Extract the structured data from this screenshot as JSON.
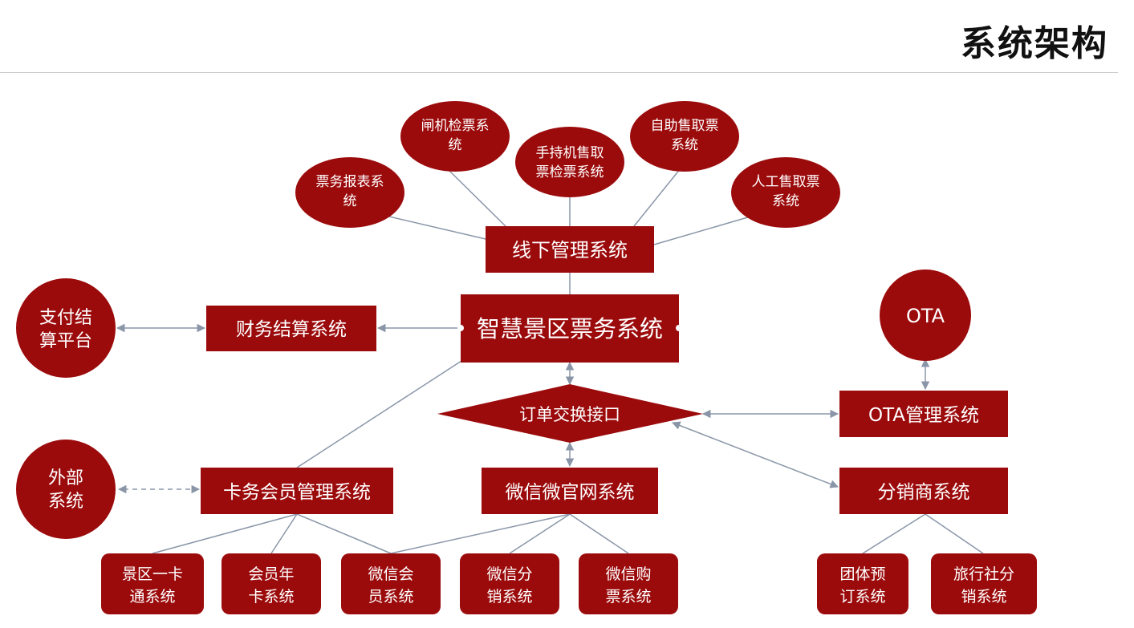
{
  "title": "系统架构",
  "colors": {
    "node": "#9c0b0c",
    "line": "#8a96a8",
    "text": "#ffffff"
  },
  "nodes": {
    "core": "智慧景区票务系统",
    "offline": "线下管理系统",
    "finance": "财务结算系统",
    "payment": [
      "支付结",
      "算平台"
    ],
    "order_exchange": "订单交换接口",
    "ota": "OTA",
    "ota_mgmt": "OTA管理系统",
    "distributor": "分销商系统",
    "member": "卡务会员管理系统",
    "external": [
      "外部",
      "系统"
    ],
    "wechat_site": "微信微官网系统",
    "report": [
      "票务报表系",
      "统"
    ],
    "gate": [
      "闸机检票系",
      "统"
    ],
    "handheld": [
      "手持机售取",
      "票检票系统"
    ],
    "self_service": [
      "自助售取票",
      "系统"
    ],
    "manual": [
      "人工售取票",
      "系统"
    ],
    "card": [
      "景区一卡",
      "通系统"
    ],
    "member_card": [
      "会员年",
      "卡系统"
    ],
    "wechat_member": [
      "微信会",
      "员系统"
    ],
    "wechat_dist": [
      "微信分",
      "销系统"
    ],
    "wechat_ticket": [
      "微信购",
      "票系统"
    ],
    "group": [
      "团体预",
      "订系统"
    ],
    "travel": [
      "旅行社分",
      "销系统"
    ]
  }
}
